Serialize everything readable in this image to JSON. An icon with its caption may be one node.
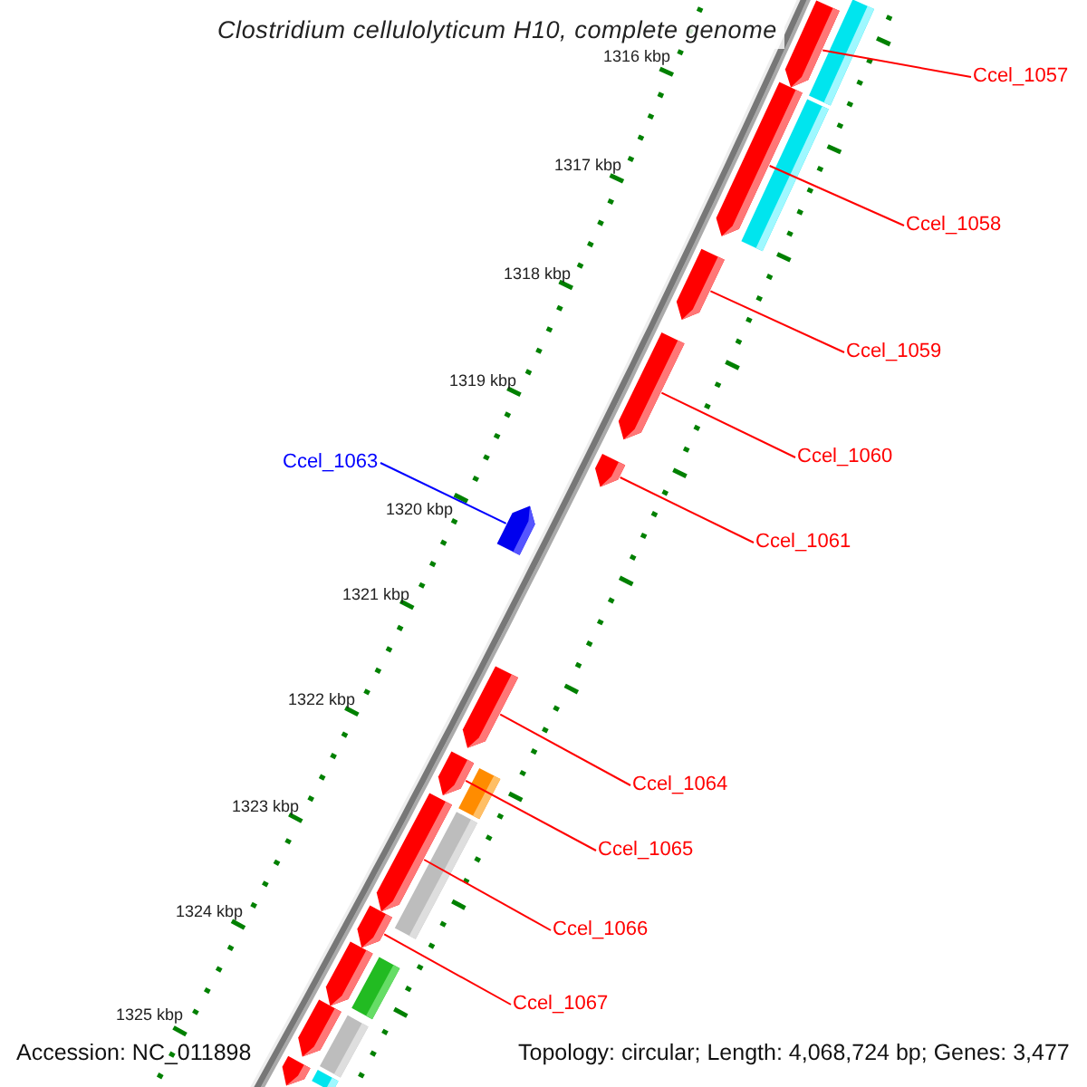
{
  "diagram": {
    "title": "Clostridium cellulolyticum H10, complete genome",
    "nodes": [
      {
        "text": [
          "Ccel_1057"
        ]
      },
      {
        "text": [
          "Ccel_1058"
        ]
      },
      {
        "text": [
          "Ccel_1059"
        ]
      },
      {
        "text": [
          "Ccel_1060"
        ]
      },
      {
        "text": [
          "Ccel_1063"
        ]
      },
      {
        "text": [
          "Ccel_1061"
        ]
      },
      {
        "text": [
          "Ccel_1064"
        ]
      },
      {
        "text": [
          "Ccel_1065"
        ]
      },
      {
        "text": [
          "Ccel_1066"
        ]
      },
      {
        "text": [
          "Ccel_1067"
        ]
      },
      {
        "text": [],
        "shape": "box"
      },
      {
        "text": [],
        "shape": "arrow"
      },
      {
        "text": [],
        "shape": "arrow"
      },
      {
        "text": [],
        "shape": "box"
      },
      {
        "text": [],
        "shape": "arrow"
      },
      {
        "text": [],
        "shape": "arrow"
      },
      {
        "text": [],
        "shape": "arrow"
      },
      {
        "text": [],
        "shape": "arrow"
      },
      {
        "text": [],
        "shape": "arrow"
      },
      {
        "text": [],
        "shape": "arrow"
      },
      {
        "text": [],
        "shape": "box"
      },
      {
        "text": [],
        "shape": "arrow"
      },
      {
        "text": [],
        "shape": "box"
      },
      {
        "text": [],
        "shape": "arrow"
      },
      {
        "text": [],
        "shape": "arrow"
      },
      {
        "text": [],
        "shape": "box"
      },
      {
        "text": [],
        "shape": "arrow"
      },
      {
        "text": [],
        "shape": "box"
      },
      {
        "text": [],
        "shape": "arrow"
      },
      {
        "text": [],
        "shape": "box"
      }
    ],
    "edges": [
      {
        "from": 0,
        "to": 11,
        "arrow": "none"
      },
      {
        "from": 1,
        "to": 12,
        "arrow": "none"
      },
      {
        "from": 2,
        "to": 14,
        "arrow": "none"
      },
      {
        "from": 3,
        "to": 15,
        "arrow": "none"
      },
      {
        "from": 4,
        "to": 17,
        "arrow": "none",
        "color": "#0000ff"
      },
      {
        "from": 5,
        "to": 16,
        "arrow": "none"
      },
      {
        "from": 6,
        "to": 18,
        "arrow": "none"
      },
      {
        "from": 7,
        "to": 19,
        "arrow": "none"
      },
      {
        "from": 8,
        "to": 21,
        "arrow": "none"
      },
      {
        "from": 9,
        "to": 23,
        "arrow": "none"
      }
    ],
    "labels": [
      "1316 kbp",
      "1317 kbp",
      "1318 kbp",
      "1319 kbp",
      "1320 kbp",
      "1321 kbp",
      "1322 kbp",
      "1323 kbp",
      "1324 kbp",
      "1325 kbp",
      "Accession: NC_011898",
      "Topology: circular; Length: 4,068,724 bp; Genes: 3,477"
    ]
  }
}
